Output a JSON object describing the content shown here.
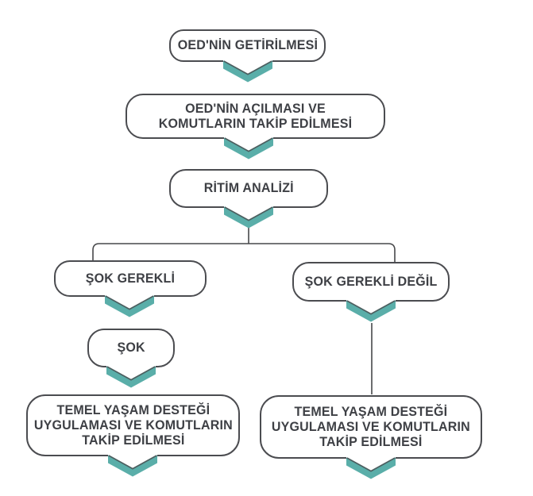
{
  "flowchart": {
    "background_color": "#FFFFFF",
    "accent_color": "#5AAEA9",
    "chevron_edge_color": "#4C5F60",
    "line_color": "#47484B",
    "border_color": "#4B4C50",
    "text_color": "#3E4045",
    "nodes": {
      "getirilmesi": {
        "label": "OED'NİN GETİRİLMESİ"
      },
      "acilmasi": {
        "label": "OED'NİN AÇILMASI VE\nKOMUTLARIN TAKİP EDİLMESİ"
      },
      "ritim": {
        "label": "RİTİM ANALİZİ"
      },
      "sok_gerekli": {
        "label": "ŞOK GEREKLİ"
      },
      "sok_gerekli_degil": {
        "label": "ŞOK GEREKLİ DEĞİL"
      },
      "sok": {
        "label": "ŞOK"
      },
      "tyd_sol": {
        "label": "TEMEL YAŞAM DESTEĞİ\nUYGULAMASI VE KOMUTLARIN\nTAKİP EDİLMESİ"
      },
      "tyd_sag": {
        "label": "TEMEL YAŞAM DESTEĞİ\nUYGULAMASI VE KOMUTLARIN\nTAKİP EDİLMESİ"
      }
    }
  }
}
